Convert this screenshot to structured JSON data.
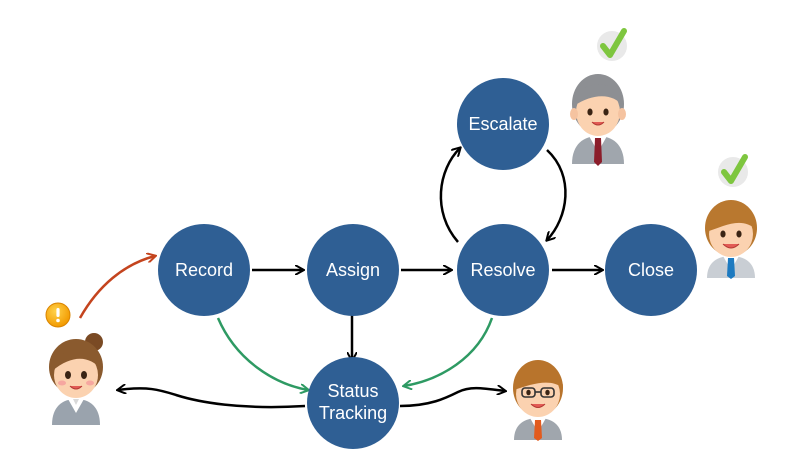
{
  "diagram": {
    "nodes": {
      "record": "Record",
      "assign": "Assign",
      "resolve": "Resolve",
      "escalate": "Escalate",
      "close": "Close",
      "status_tracking_line1": "Status",
      "status_tracking_line2": "Tracking"
    },
    "colors": {
      "node_fill": "#2f5f94",
      "arrow_black": "#000000",
      "arrow_green": "#2e9a63",
      "arrow_orange": "#c4441e",
      "check_green": "#7ec63f"
    },
    "icons": [
      "customer-avatar-icon",
      "exclamation-badge-icon",
      "manager-avatar-icon",
      "agent-avatar-icon",
      "observer-avatar-icon",
      "checkmark-icon"
    ]
  }
}
